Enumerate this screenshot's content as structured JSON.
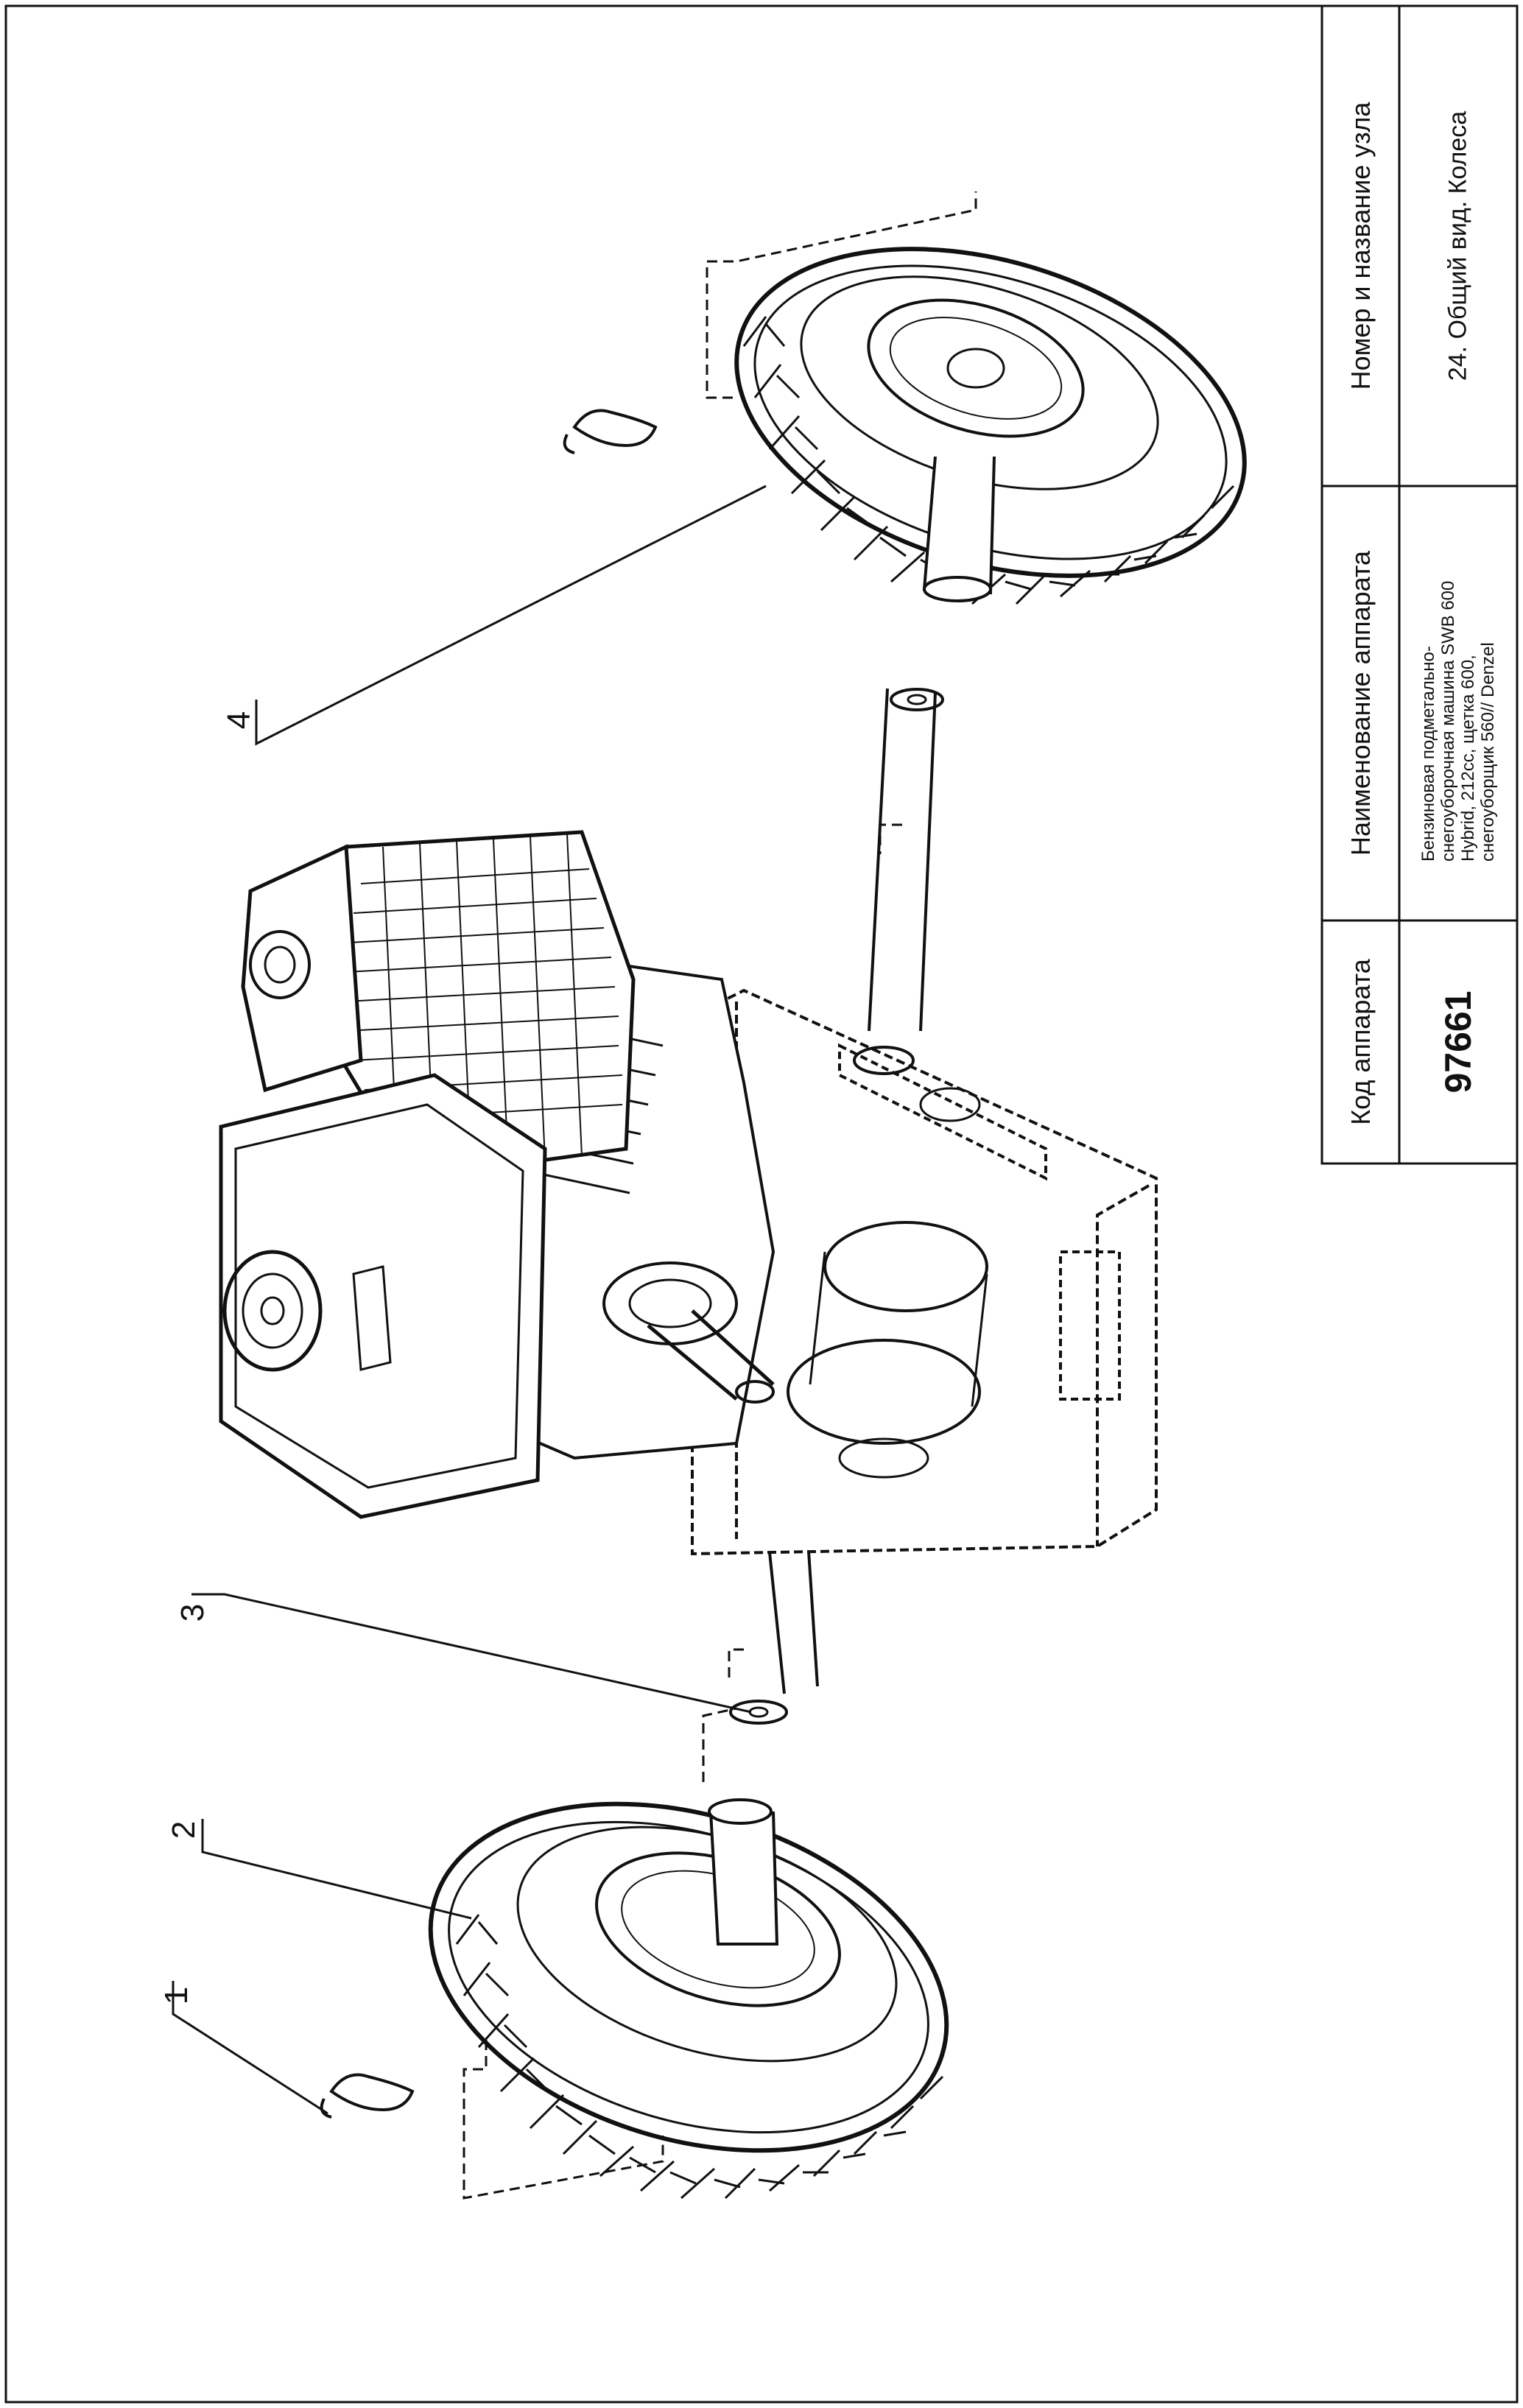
{
  "title_block": {
    "code_header": "Код аппарата",
    "code_value": "97661",
    "name_header": "Наименование аппарата",
    "name_value": "Бензиновая подметально-снегоуборочная машина SWB 600 Hybrid, 212cc, щетка 600, снегоуборщик 560// Denzel",
    "node_header": "Номер и название узла",
    "node_value": "24. Общий вид. Колеса"
  },
  "callouts": [
    "1",
    "2",
    "3",
    "4"
  ],
  "colors": {
    "line": "#111111",
    "background": "#ffffff"
  }
}
